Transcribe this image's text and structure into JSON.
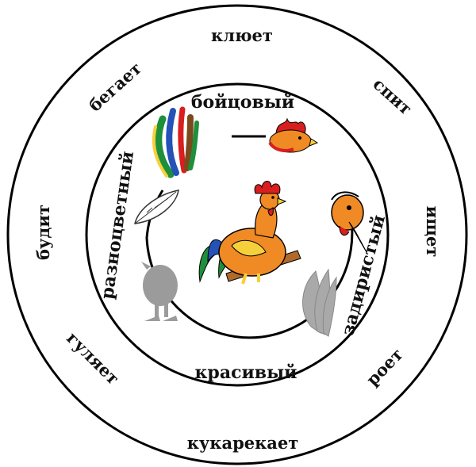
{
  "outer_ring": {
    "top": "клюет",
    "top_left": "бегает",
    "top_right": "спит",
    "left": "будит",
    "right": "ищет",
    "bottom_left": "гуляет",
    "bottom_right": "роет",
    "bottom": "кукарекает"
  },
  "inner_ring": {
    "top": "бойцовый",
    "left": "разноцветный",
    "right": "задиристый",
    "bottom": "красивый"
  },
  "colors": {
    "ring": "#000000",
    "background": "#ffffff",
    "rooster_red": "#d81e1e",
    "rooster_orange": "#f08a24",
    "rooster_yellow": "#f6d03a",
    "tail_green": "#1e8f3a",
    "tail_blue": "#2452b8",
    "shadow_gray": "#9b9b9b"
  },
  "icons": [
    "rooster-icon",
    "rooster-head-icon",
    "rooster-head-with-beak-icon",
    "tail-feathers-icon",
    "feather-icon",
    "rooster-legs-icon",
    "wing-icon"
  ]
}
